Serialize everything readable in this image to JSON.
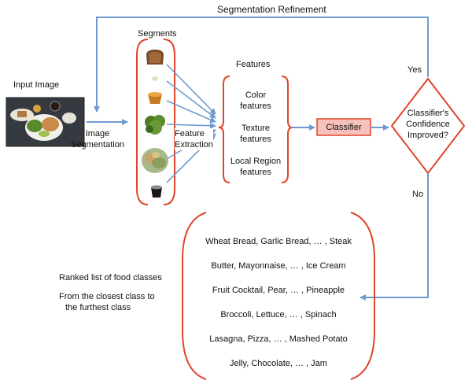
{
  "colors": {
    "arrow": "#6f9bcf",
    "bracket": "#e0442a",
    "classifier_fill": "#f6c0bb",
    "decision_stroke": "#e0442a"
  },
  "labels": {
    "segmentation_refinement": "Segmentation Refinement",
    "segments": "Segments",
    "input_image": "Input Image",
    "image_segmentation_line1": "Image",
    "image_segmentation_line2": "Segmentation",
    "feature_extraction_line1": "Feature",
    "feature_extraction_line2": "Extraction",
    "features_title": "Features",
    "classifier": "Classifier",
    "yes": "Yes",
    "no": "No"
  },
  "features": [
    {
      "line1": "Color",
      "line2": "features"
    },
    {
      "line1": "Texture",
      "line2": "features"
    },
    {
      "line1": "Local Region",
      "line2": "features"
    }
  ],
  "decision": {
    "line1": "Classifier's",
    "line2": "Confidence",
    "line3": "Improved?"
  },
  "ranked": {
    "caption_line1": "Ranked list of food classes",
    "caption_line2": "From the closest class to",
    "caption_line3": "the furthest class",
    "items": [
      "Wheat Bread,  Garlic Bread, … , Steak",
      "Butter, Mayonnaise, … , Ice Cream",
      "Fruit Cocktail, Pear, … , Pineapple",
      "Broccoli, Lettuce, … , Spinach",
      "Lasagna, Pizza, … , Mashed Potato",
      "Jelly, Chocolate, … , Jam"
    ]
  },
  "segment_icons": [
    "bread-slice-icon",
    "butter-pat-icon",
    "fruit-cup-icon",
    "broccoli-icon",
    "lettuce-icon",
    "jam-cup-icon"
  ]
}
